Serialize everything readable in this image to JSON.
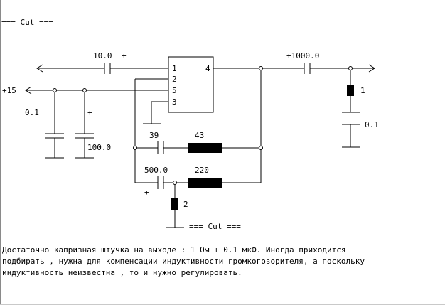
{
  "cut_top": "=== Cut ===",
  "cut_bottom": "=== Cut ===",
  "supply_label": "+15",
  "input_cap": {
    "value": "10.0",
    "polarity": "+"
  },
  "output_cap": {
    "value": "+1000.0"
  },
  "ic_pins": {
    "p1": "1",
    "p2": "2",
    "p3": "3",
    "p4": "4",
    "p5": "5"
  },
  "supply_cap_small": "0.1",
  "supply_cap_big": {
    "value": "100.0",
    "polarity": "+"
  },
  "fb_cap_1": "39",
  "fb_res_1": "43",
  "fb_cap_2": {
    "value": "500.0",
    "polarity": "+"
  },
  "fb_res_2": "220",
  "res_ground": "2",
  "zobel_res": "1",
  "zobel_cap": "0.1",
  "description": "Достаточно капризная штучка на выходе : 1 Ом + 0.1 мкФ. Иногда приходится\nподбирать , нужна для компенсации индуктивности громкоговорителя, а поскольку\nиндуктивность неизвестна , то и нужно регулировать."
}
